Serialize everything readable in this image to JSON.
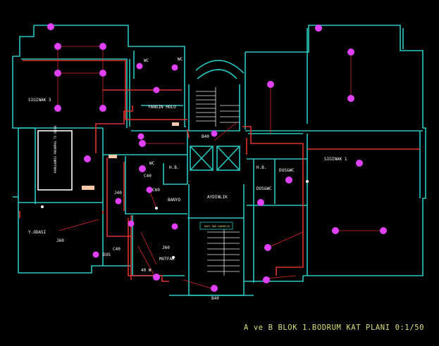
{
  "title": "A ve B BLOK 1.BODRUM KAT PLANI 0:1/50",
  "rooms": {
    "siginak3": "SIGINAK 3",
    "siginak1": "SIGINAK 1",
    "yangin_holu": "YANGIN HOLU",
    "wc_top_left": "WC",
    "wc_top_right": "WC",
    "b40_top": "B40",
    "wc_mid": "WC",
    "hb_left": "H.B.",
    "hb_right": "H.B.",
    "dus_wc": "DUS&WC",
    "dus_wc2": "DUS&WC",
    "c40_a": "C40",
    "c60": "C60",
    "banyo": "BANYO",
    "aydinlik": "AYDINLIK",
    "j40": "J40",
    "yodasi": "Y.ODASI",
    "j60_a": "J60",
    "j60_b": "J60",
    "mutfak": "MUTFAK",
    "c40_b": "C40",
    "dus": "DUS",
    "w40": "40 W",
    "b40_bottom": "B40",
    "green_note": "KAPI ÖNÜ SAHANLIK",
    "vertical_note": "PARKLANMIS\nPARAMPAS TO ODOGU"
  },
  "colors": {
    "wall": "#27c8c0",
    "circuit": "#e0302a",
    "fixture": "#e040ff",
    "white": "#ffffff",
    "title": "#d9e07a"
  }
}
